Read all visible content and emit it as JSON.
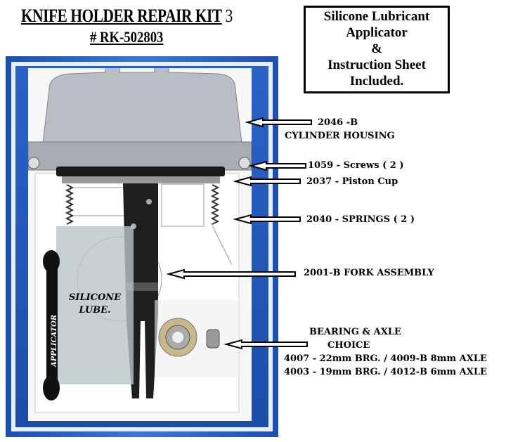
{
  "title": "KNIFE HOLDER REPAIR KIT",
  "title_number": "3",
  "sku": "# RK-502803",
  "included_box": [
    "Silicone  Lubricant",
    "Applicator",
    "&",
    "Instruction Sheet",
    "Included."
  ],
  "photo_text": {
    "applicator": "APPLICATOR",
    "lube": [
      "SILICONE",
      "LUBE."
    ]
  },
  "parts": [
    {
      "lines": [
        "2046 -B",
        "CYLINDER HOUSING"
      ]
    },
    {
      "lines": [
        "1059  - Screws ( 2 )"
      ]
    },
    {
      "lines": [
        "2037 - Piston Cup"
      ]
    },
    {
      "lines": [
        "2040 -  SPRINGS ( 2 )"
      ]
    },
    {
      "lines": [
        "2001-B  FORK ASSEMBLY"
      ]
    },
    {
      "lines": [
        "BEARING & AXLE",
        "CHOICE",
        "4007 - 22mm BRG. / 4009-B  8mm AXLE",
        "4003 - 19mm BRG. / 4012-B  6mm AXLE"
      ]
    }
  ],
  "colors": {
    "frame_blue": "#1d4fb0"
  }
}
